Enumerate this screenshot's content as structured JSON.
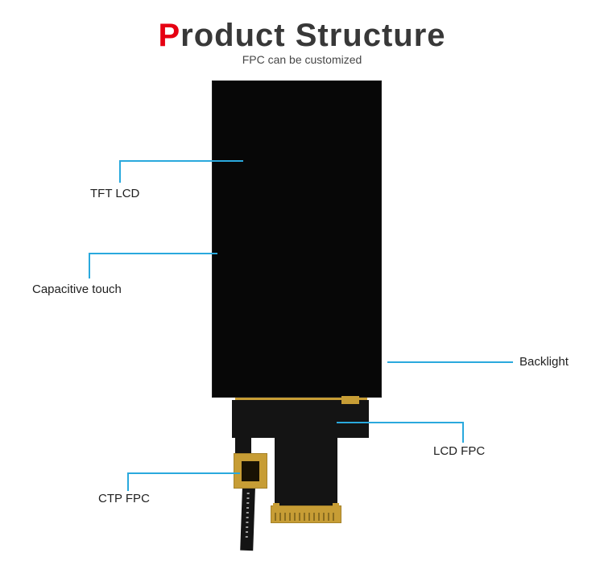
{
  "header": {
    "title_accent": "P",
    "title_rest": "roduct Structure",
    "subtitle": "FPC can be customized"
  },
  "callouts": {
    "tft_lcd": "TFT LCD",
    "capacitive_touch": "Capacitive touch",
    "backlight": "Backlight",
    "lcd_fpc": "LCD FPC",
    "ctp_fpc": "CTP FPC"
  },
  "colors": {
    "accent_red": "#e60012",
    "leader_blue": "#2aa9dd",
    "panel_black": "#070707",
    "fpc_black": "#141414",
    "gold": "#c79d35"
  }
}
